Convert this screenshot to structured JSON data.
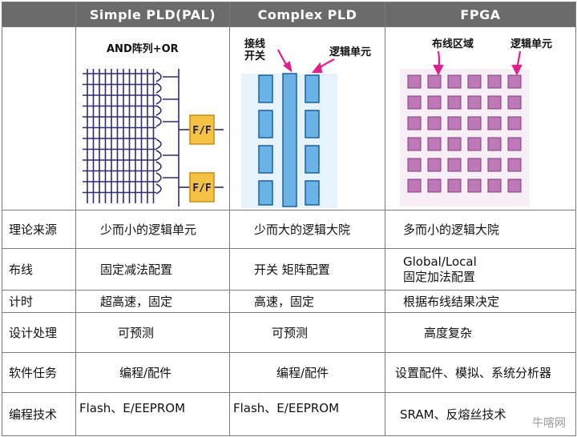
{
  "header": {
    "col1": "Simple PLD(PAL)",
    "col2": "Complex PLD",
    "col3": "FPGA"
  },
  "diagrams": {
    "pal_label": "AND阵列+OR",
    "ff_label": "F/F",
    "cpld_switch_label_line1": "接线",
    "cpld_switch_label_line2": "开关",
    "cpld_logic_label": "逻辑单元",
    "fpga_routing_label": "布线区域",
    "fpga_logic_label": "逻辑单元",
    "colors": {
      "grid": "#2d2d70",
      "ff_fill": "#f6c244",
      "cpld_block": "#69b3e6",
      "fpga_block": "#bf78b8",
      "cpld_bg": "#e6f3fb",
      "fpga_bg": "#f7eef6",
      "arrow": "#e0208a"
    }
  },
  "rows": [
    {
      "label": "理论来源",
      "c1": "少而小的逻辑单元",
      "c2": "少而大的逻辑大院",
      "c3": "多而小的逻辑大院"
    },
    {
      "label": "布线",
      "c1": "固定减法配置",
      "c2": "开关 矩阵配置",
      "c3a": "Global/Local",
      "c3b": "固定加法配置"
    },
    {
      "label": "计时",
      "c1": "超高速，固定",
      "c2": "高速，固定",
      "c3": "根据布线结果决定"
    },
    {
      "label": "设计处理",
      "c1": "可预测",
      "c2": "可预测",
      "c3": "高度复杂"
    },
    {
      "label": "软件任务",
      "c1": "编程/配件",
      "c2": "编程/配件",
      "c3": "设置配件、模拟、系统分析器"
    },
    {
      "label": "编程技术",
      "c1": "Flash、E/EEPROM",
      "c2": "Flash、E/EEPROM",
      "c3": "SRAM、反熔丝技术"
    }
  ],
  "watermark": "牛喀网"
}
